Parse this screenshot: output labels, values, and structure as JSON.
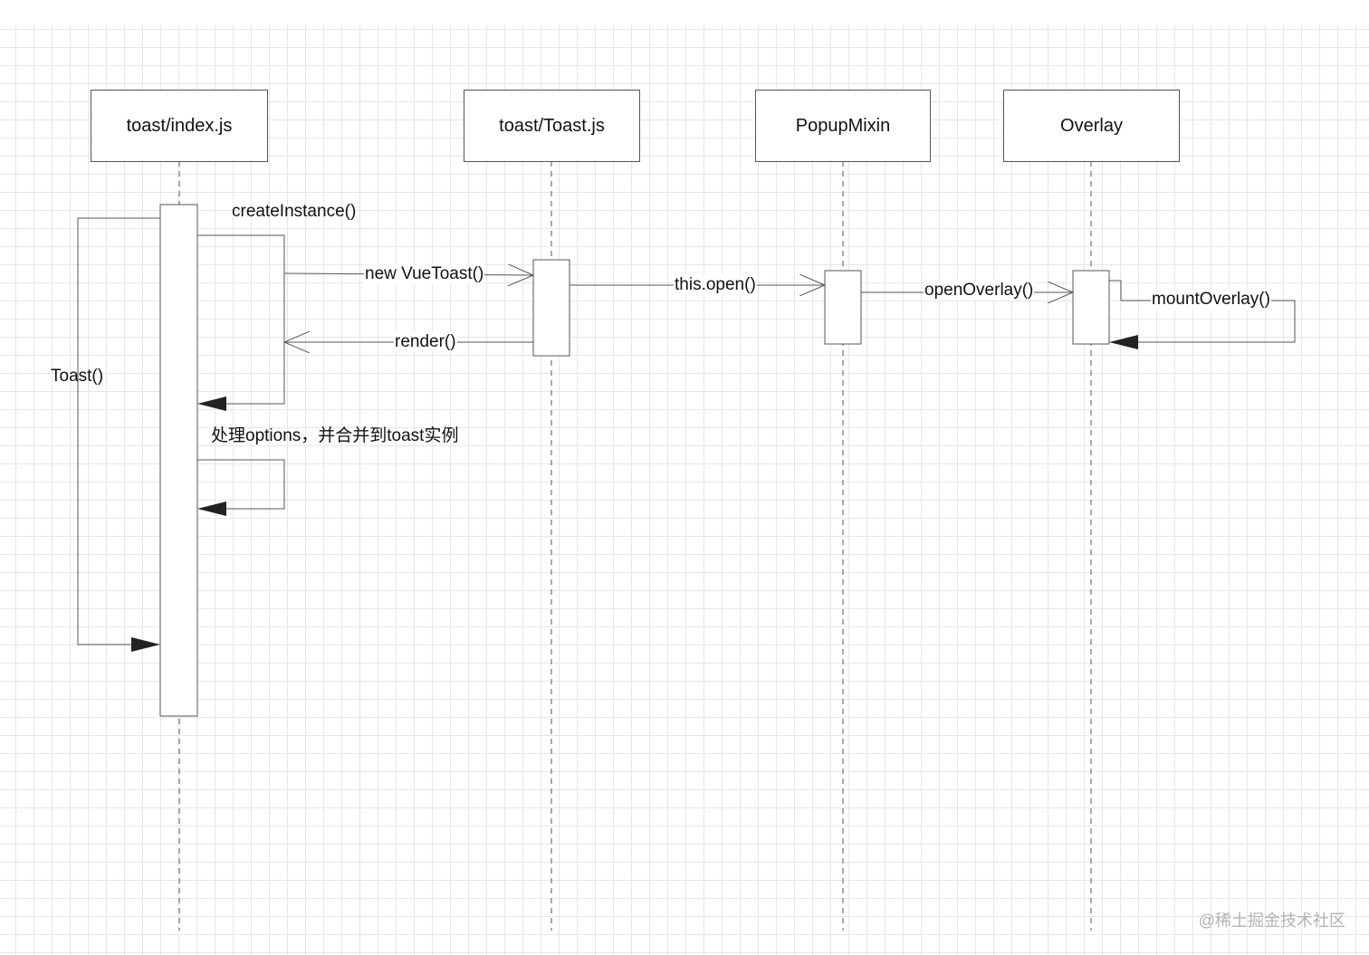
{
  "lifelines": [
    {
      "id": "index",
      "label": "toast/index.js"
    },
    {
      "id": "toastjs",
      "label": "toast/Toast.js"
    },
    {
      "id": "popup",
      "label": "PopupMixin"
    },
    {
      "id": "overlay",
      "label": "Overlay"
    }
  ],
  "messages": {
    "create_instance": "createInstance()",
    "new_vuetoast": "new VueToast()",
    "render": "render()",
    "this_open": "this.open()",
    "open_overlay": "openOverlay()",
    "mount_overlay": "mountOverlay()",
    "toast_call": "Toast()",
    "handle_options": "处理options，并合并到toast实例"
  },
  "watermark": "@稀土掘金技术社区",
  "colors": {
    "line": "#555555",
    "grid": "#e6e6e6",
    "text": "#111111",
    "arrow_fill": "#222222",
    "watermark": "#b3b3b3"
  }
}
